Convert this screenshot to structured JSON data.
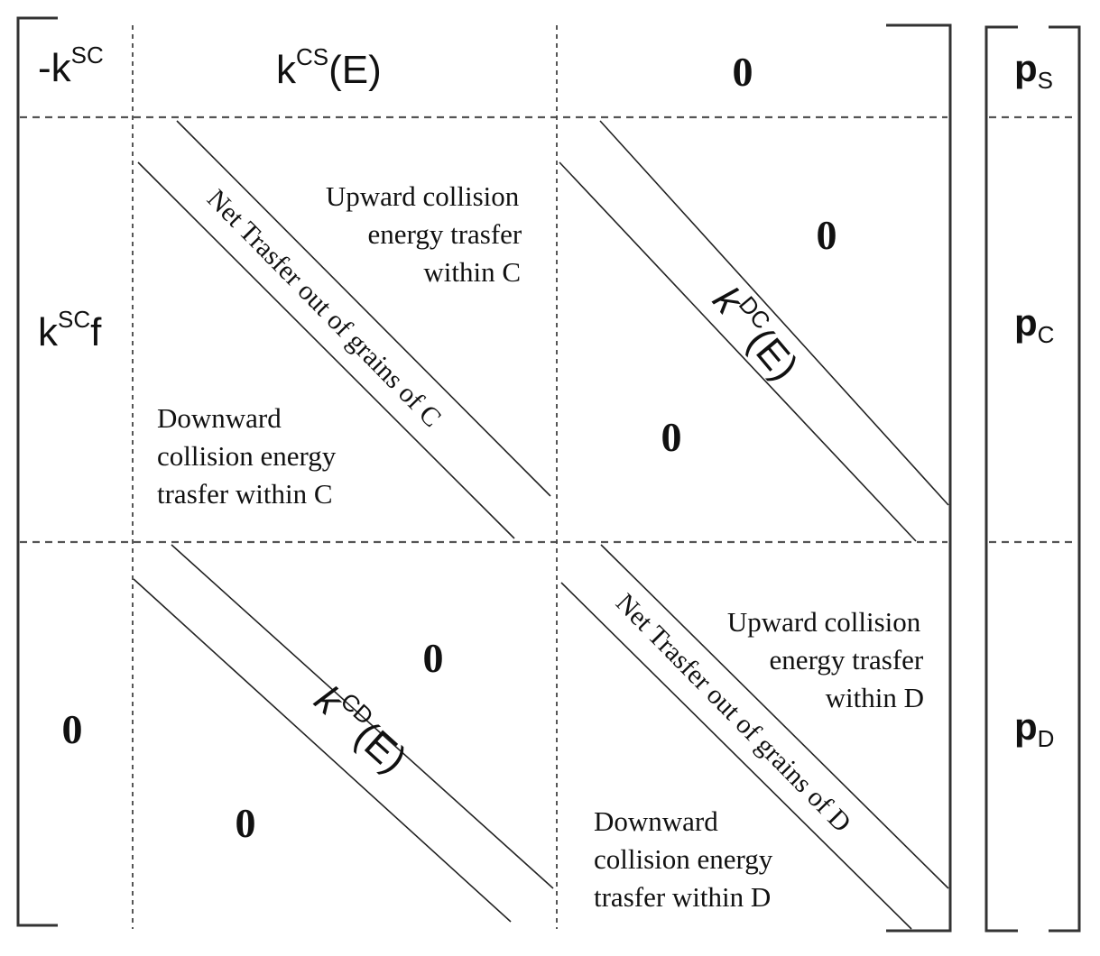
{
  "matrix": {
    "row_s": {
      "col_s": {
        "prefix": "-k",
        "sup": "SC"
      },
      "col_c": {
        "base": "k",
        "sup": "CS",
        "suffix": "(E)"
      },
      "col_d": "0"
    },
    "row_c": {
      "col_s": {
        "base": "k",
        "sup": "SC",
        "suffix": "f"
      },
      "block_cc": {
        "upward": [
          "Upward collision",
          "energy trasfer",
          "within C"
        ],
        "net": "Net Trasfer out of grains of C",
        "downward": [
          "Downward",
          "collision energy",
          "trasfer within C"
        ]
      },
      "block_cd": {
        "label_base": "k",
        "label_sup": "DC",
        "label_suffix": "(E)",
        "zero_upper": "0",
        "zero_lower": "0"
      }
    },
    "row_d": {
      "col_s": "0",
      "block_dc": {
        "label_base": "k",
        "label_sup": "CD",
        "label_suffix": "(E)",
        "zero_upper": "0",
        "zero_lower": "0"
      },
      "block_dd": {
        "upward": [
          "Upward collision",
          "energy trasfer",
          "within D"
        ],
        "net": "Net Trasfer out of grains of D",
        "downward": [
          "Downward",
          "collision energy",
          "trasfer within D"
        ]
      }
    }
  },
  "vector": {
    "p_s": {
      "base": "p",
      "sub": "S"
    },
    "p_c": {
      "base": "p",
      "sub": "C"
    },
    "p_d": {
      "base": "p",
      "sub": "D"
    }
  }
}
